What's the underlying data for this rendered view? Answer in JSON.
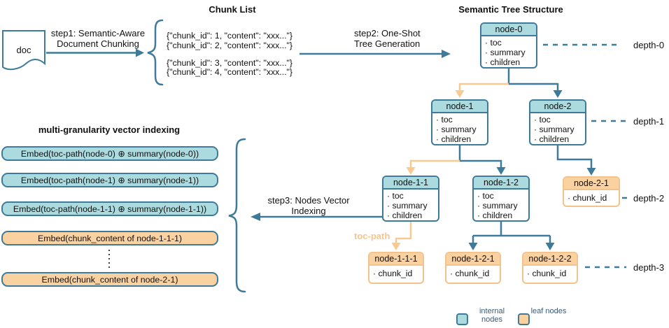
{
  "colors": {
    "steel": "#3e7a99",
    "teal-fill": "#abdbdf",
    "orange-fill": "#fad1a0",
    "orange-border": "#f4c28b",
    "orange-arrow": "#f8ca92",
    "toc-path": "#f6c48e",
    "legend-text": "#3b5a78"
  },
  "titles": {
    "chunk_list": "Chunk List",
    "semantic_tree": "Semantic Tree Structure",
    "vector_indexing": "multi-granularity vector indexing"
  },
  "doc_label": "doc",
  "steps": {
    "step1_line1": "step1: Semantic-Aware",
    "step1_line2": "Document Chunking",
    "step2_line1": "step2: One-Shot",
    "step2_line2": "Tree Generation",
    "step3_line1": "step3: Nodes Vector",
    "step3_line2": "Indexing"
  },
  "chunks": [
    "{\"chunk_id\": 1, \"content\": \"xxx...\"}",
    "{\"chunk_id\": 2, \"content\": \"xxx...\"}",
    "{\"chunk_id\": 3, \"content\": \"xxx...\"}",
    "{\"chunk_id\": 4, \"content\": \"xxx...\"}"
  ],
  "tree": {
    "toc_path_label": "toc-path",
    "nodes": [
      {
        "title": "node-0",
        "type": "internal",
        "fields": [
          "· toc",
          "· summary",
          "· children"
        ]
      },
      {
        "title": "node-1",
        "type": "internal",
        "fields": [
          "· toc",
          "· summary",
          "· children"
        ]
      },
      {
        "title": "node-2",
        "type": "internal",
        "fields": [
          "· toc",
          "· summary",
          "· children"
        ]
      },
      {
        "title": "node-1-1",
        "type": "internal",
        "fields": [
          "· toc",
          "· summary",
          "· children"
        ]
      },
      {
        "title": "node-1-2",
        "type": "internal",
        "fields": [
          "· toc",
          "· summary",
          "· children"
        ]
      },
      {
        "title": "node-2-1",
        "type": "leaf",
        "fields": [
          "· chunk_id"
        ]
      },
      {
        "title": "node-1-1-1",
        "type": "leaf",
        "fields": [
          "· chunk_id"
        ]
      },
      {
        "title": "node-1-2-1",
        "type": "leaf",
        "fields": [
          "· chunk_id"
        ]
      },
      {
        "title": "node-1-2-2",
        "type": "leaf",
        "fields": [
          "· chunk_id"
        ]
      }
    ]
  },
  "depth_labels": [
    "depth-0",
    "depth-1",
    "depth-2",
    "depth-3"
  ],
  "embeds": [
    {
      "label": "Embed(toc-path(node-0) ⊕ summary(node-0))",
      "type": "internal"
    },
    {
      "label": "Embed(toc-path(node-1) ⊕ summary(node-1))",
      "type": "internal"
    },
    {
      "label": "Embed(toc-path(node-1-1) ⊕ summary(node-1-1))",
      "type": "internal"
    },
    {
      "label": "Embed(chunk_content of node-1-1-1)",
      "type": "leaf"
    },
    {
      "label": "Embed(chunk_content of node-2-1)",
      "type": "leaf"
    }
  ],
  "legend": {
    "internal": "internal nodes",
    "leaf": "leaf nodes"
  }
}
